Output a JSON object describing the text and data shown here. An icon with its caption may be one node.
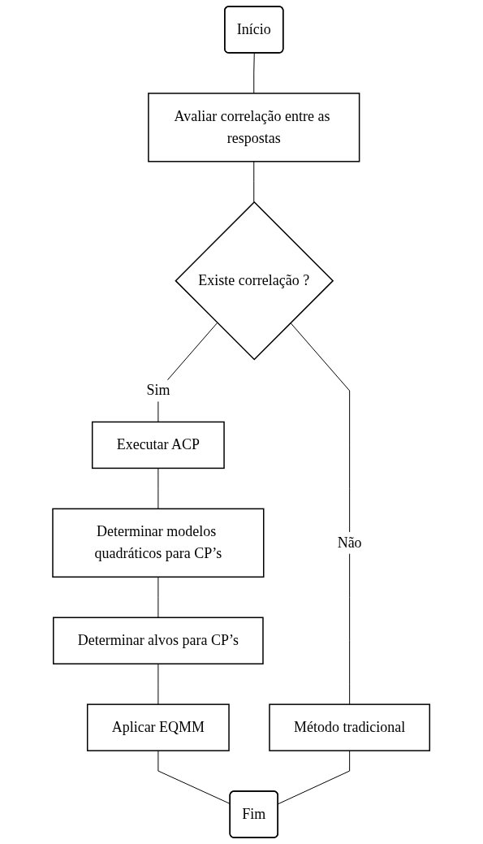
{
  "diagram": {
    "nodes": [
      {
        "text": [
          "Início"
        ]
      },
      {
        "text": [
          "Avaliar correlação entre as respostas"
        ]
      },
      {
        "text": [
          "Existe correlação ?"
        ]
      },
      {
        "text": [
          "Executar ACP"
        ]
      },
      {
        "text": [
          "Determinar modelos quadráticos para CP’s"
        ]
      },
      {
        "text": [
          "Determinar alvos para CP’s"
        ]
      },
      {
        "text": [
          "Aplicar EQMM"
        ]
      },
      {
        "text": [
          "Método tradicional"
        ]
      },
      {
        "text": [
          "Fim"
        ]
      }
    ],
    "edges": [
      {
        "from": 0,
        "to": 1,
        "arrow": "none"
      },
      {
        "from": 1,
        "to": 2,
        "arrow": "none"
      },
      {
        "from": 2,
        "to": 3,
        "arrow": "none",
        "label": "Sim"
      },
      {
        "from": 2,
        "to": 7,
        "arrow": "none",
        "label": "Não"
      },
      {
        "from": 3,
        "to": 4,
        "arrow": "none"
      },
      {
        "from": 4,
        "to": 5,
        "arrow": "none"
      },
      {
        "from": 5,
        "to": 6,
        "arrow": "none"
      },
      {
        "from": 6,
        "to": 8,
        "arrow": "none"
      },
      {
        "from": 7,
        "to": 8,
        "arrow": "none"
      }
    ]
  }
}
